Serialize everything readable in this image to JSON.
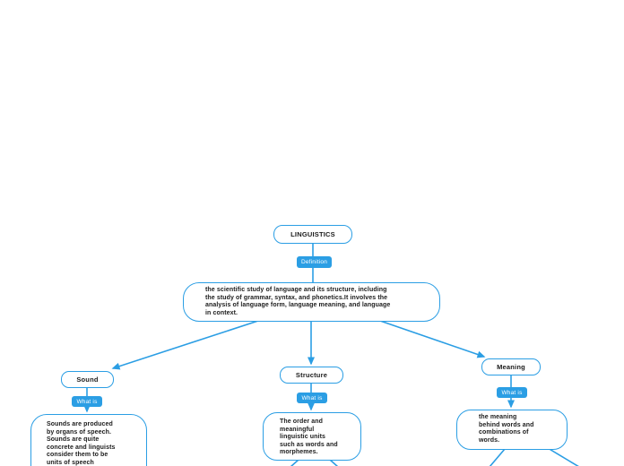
{
  "colors": {
    "accent": "#2b9ee4",
    "text": "#1b1b1b",
    "background": "#ffffff"
  },
  "map": {
    "root": {
      "label": "LINGUISTICS"
    },
    "root_connector_label": "Definition",
    "definition_text": "the scientific study of language and its structure, including\nthe study of grammar, syntax, and phonetics.It involves the\nanalysis of language form, language meaning, and language\nin context.",
    "branches": [
      {
        "label": "Sound",
        "connector_label": "What is",
        "description": "Sounds are produced\nby organs of speech.\nSounds are quite\nconcrete and linguists\nconsider them to be\nunits of speech"
      },
      {
        "label": "Structure",
        "connector_label": "What is",
        "description": "The order and\nmeaningful\nlinguistic units\nsuch as words and\nmorphemes."
      },
      {
        "label": "Meaning",
        "connector_label": "What is",
        "description": "the meaning\nbehind words and\ncombinations of\nwords."
      }
    ]
  }
}
